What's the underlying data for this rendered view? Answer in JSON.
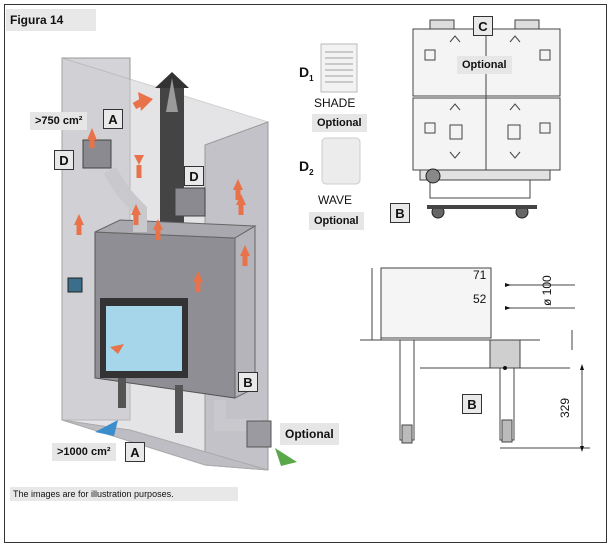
{
  "figure_title": "Figura 14",
  "left_illustration": {
    "air_inlet_top": ">750 cm²",
    "air_inlet_bottom": ">1000 cm²",
    "label_a_top": "A",
    "label_a_bottom": "A",
    "label_b": "B",
    "label_d_left": "D",
    "label_d_right": "D",
    "optional_vent": "Optional"
  },
  "grilles": {
    "d1_letter": "D",
    "d1_sub": "1",
    "d1_name": "SHADE",
    "d1_optional": "Optional",
    "d2_letter": "D",
    "d2_sub": "2",
    "d2_name": "WAVE",
    "d2_optional": "Optional"
  },
  "top_right_view": {
    "label_c": "C",
    "optional": "Optional",
    "label_b": "B"
  },
  "dimension_view": {
    "dim_71": "71",
    "dim_52": "52",
    "dim_100": "ø 100",
    "dim_329": "329",
    "label_b": "B"
  },
  "caption": "The images are for illustration purposes.",
  "colors": {
    "arrow_orange": "#e8734a",
    "arrow_blue": "#3c8dcc",
    "arrow_green": "#5aa84a",
    "glass": "#a6d6ea",
    "panel": "#c8c8cc"
  }
}
